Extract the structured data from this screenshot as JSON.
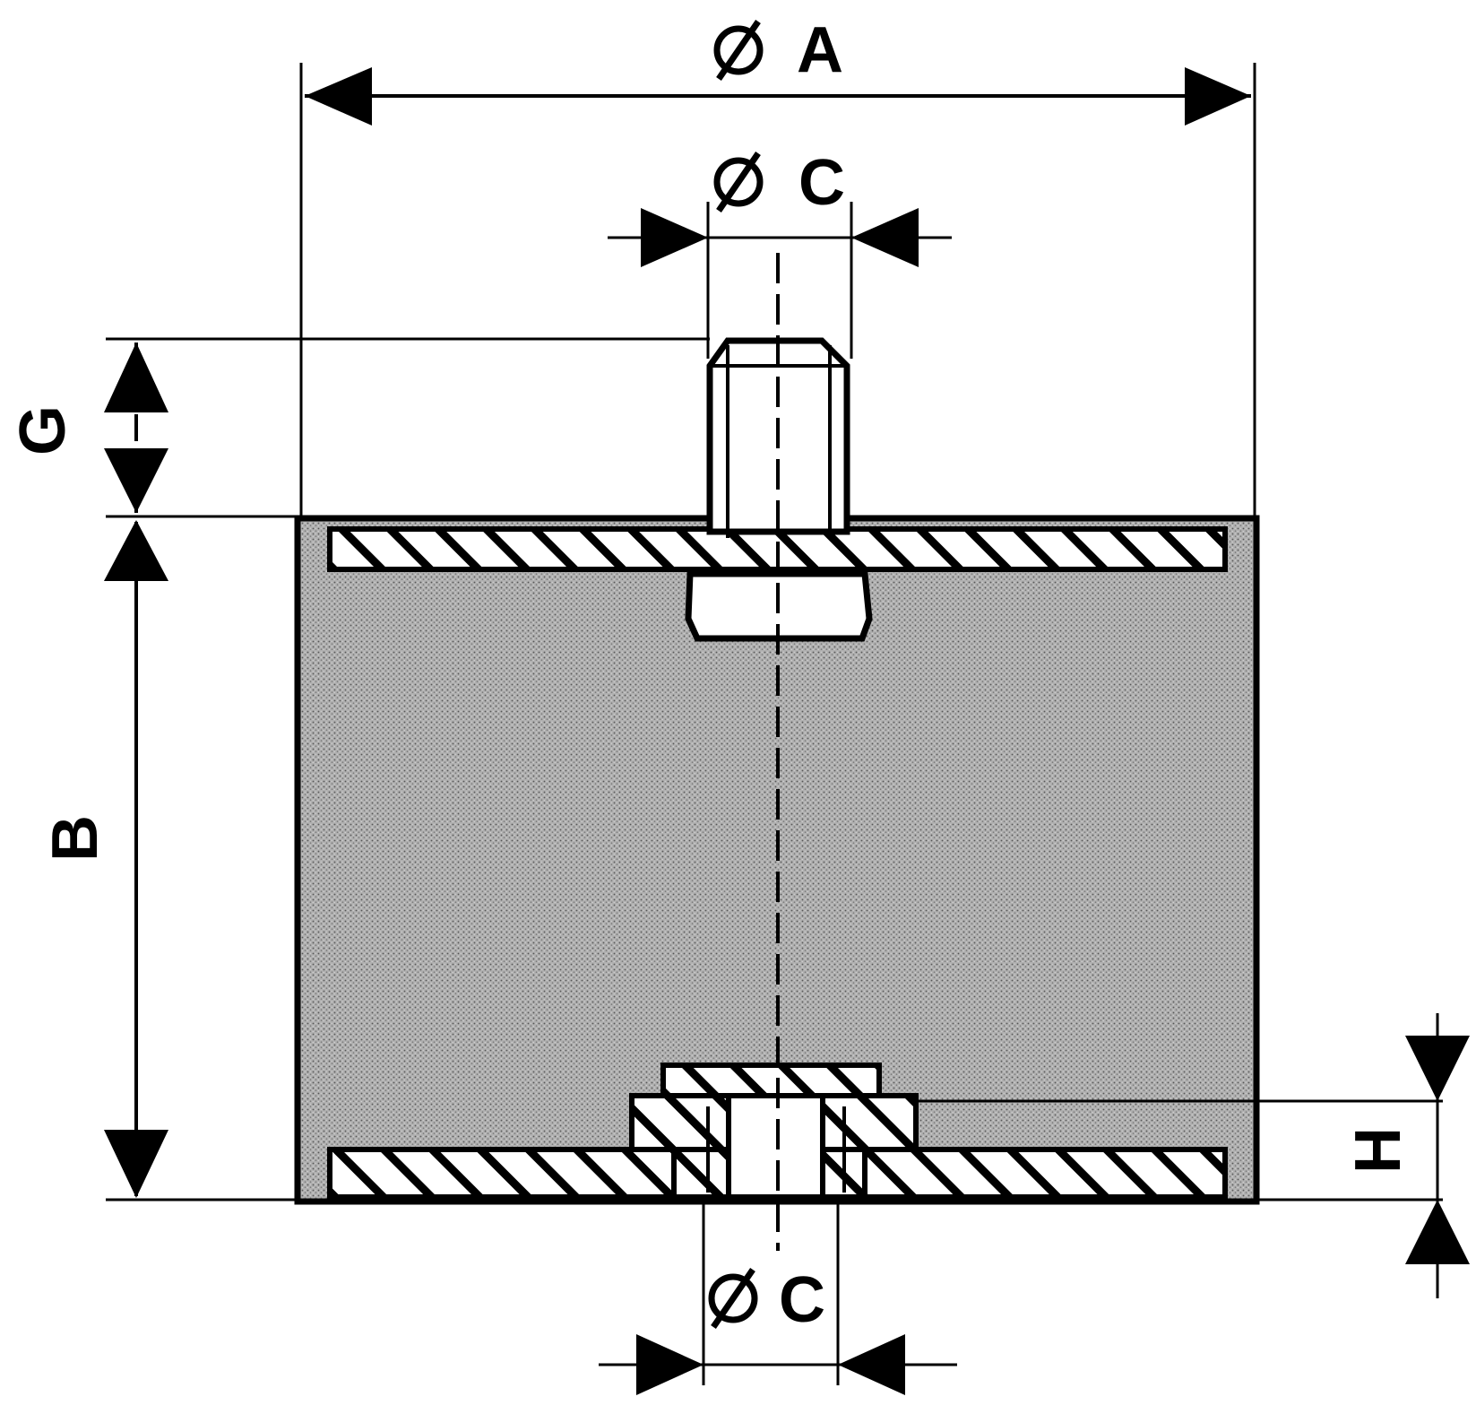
{
  "labels": {
    "dim_a": "A",
    "dim_b": "B",
    "dim_c_top": "C",
    "dim_c_bottom": "C",
    "dim_g": "G",
    "dim_h": "H"
  },
  "colors": {
    "ink": "#000000",
    "paper": "#ffffff",
    "rubber": "#a9a9a9"
  },
  "icons": {
    "diameter_symbol": "diameter-icon"
  }
}
